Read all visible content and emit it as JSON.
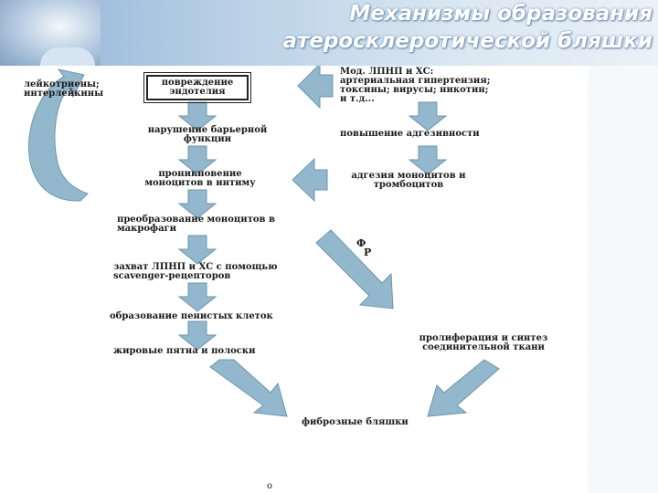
{
  "title": "Механизмы образования атеросклеротической бляшки",
  "colors": {
    "arrow_fill": "#93b7cc",
    "arrow_stroke": "#6e96ad",
    "title": "#ffffff"
  },
  "nodes": {
    "endothelium": "повреждение\nэндотелия",
    "mod_ldl": "Мод. ЛПНП и ХС:\nартериальная гипертензия;\nтоксины; вирусы; никотин;\nи т.д...",
    "leukotrienes": "лейкотриены;\nинтерлейкины",
    "barrier": "нарушение барьерной\nфункции",
    "adhesiveness": "повышение адгезивности",
    "penetration": "проникновение\nмоноцитов в интиму",
    "adhesion": "адгезия моноцитов и\nтромбоцитов",
    "macrophages": "преобразование моноцитов в\nмакрофаги",
    "capture": "захват ЛПНП и ХС с помощью\nscavenger-рецепторов",
    "foam": "образование пенистых клеток",
    "fatty": "жировые пятна и полоски",
    "proliferation": "пролиферация и синтез\nсоединительной ткани",
    "plaques": "фиброзные бляшки"
  },
  "labels": {
    "fr_f": "Ф",
    "fr_r": "Р",
    "footer": "о"
  }
}
